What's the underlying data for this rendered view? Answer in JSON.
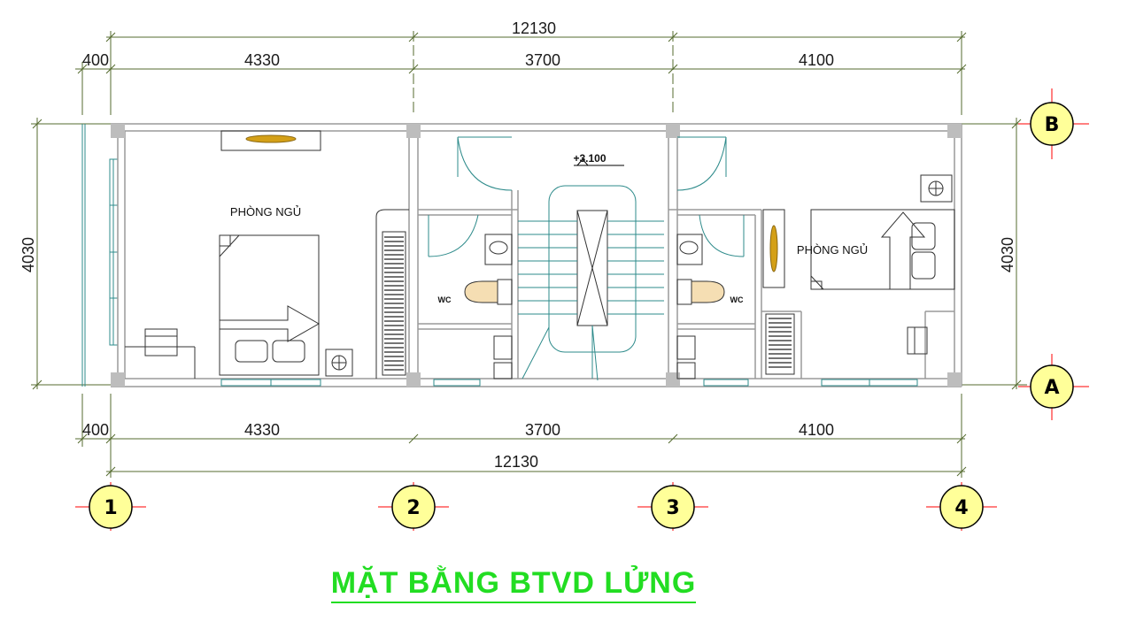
{
  "title": "MẶT BẰNG BTVD LỬNG",
  "dims_top": {
    "total": "12130",
    "a": "400",
    "b": "4330",
    "c": "3700",
    "d": "4100"
  },
  "dims_bottom": {
    "total": "12130",
    "a": "400",
    "b": "4330",
    "c": "3700",
    "d": "4100"
  },
  "dims_side": {
    "left": "4030",
    "right": "4030"
  },
  "rooms": {
    "bedroom_left": "PHÒNG NGỦ",
    "bedroom_right": "PHÒNG NGỦ",
    "wc_left": "WC",
    "wc_right": "WC"
  },
  "level": "+3.100",
  "axes": {
    "col1": "1",
    "col2": "2",
    "col3": "3",
    "col4": "4",
    "rowA": "A",
    "rowB": "B"
  },
  "colors": {
    "dim": "#556b2f",
    "wall": "#9a9a9a",
    "glass": "#2e8b8b",
    "title": "#22dd22",
    "bubble": "#ffff99",
    "red": "#ff0000",
    "furniture": "#333333",
    "wood": "#b8860b"
  }
}
